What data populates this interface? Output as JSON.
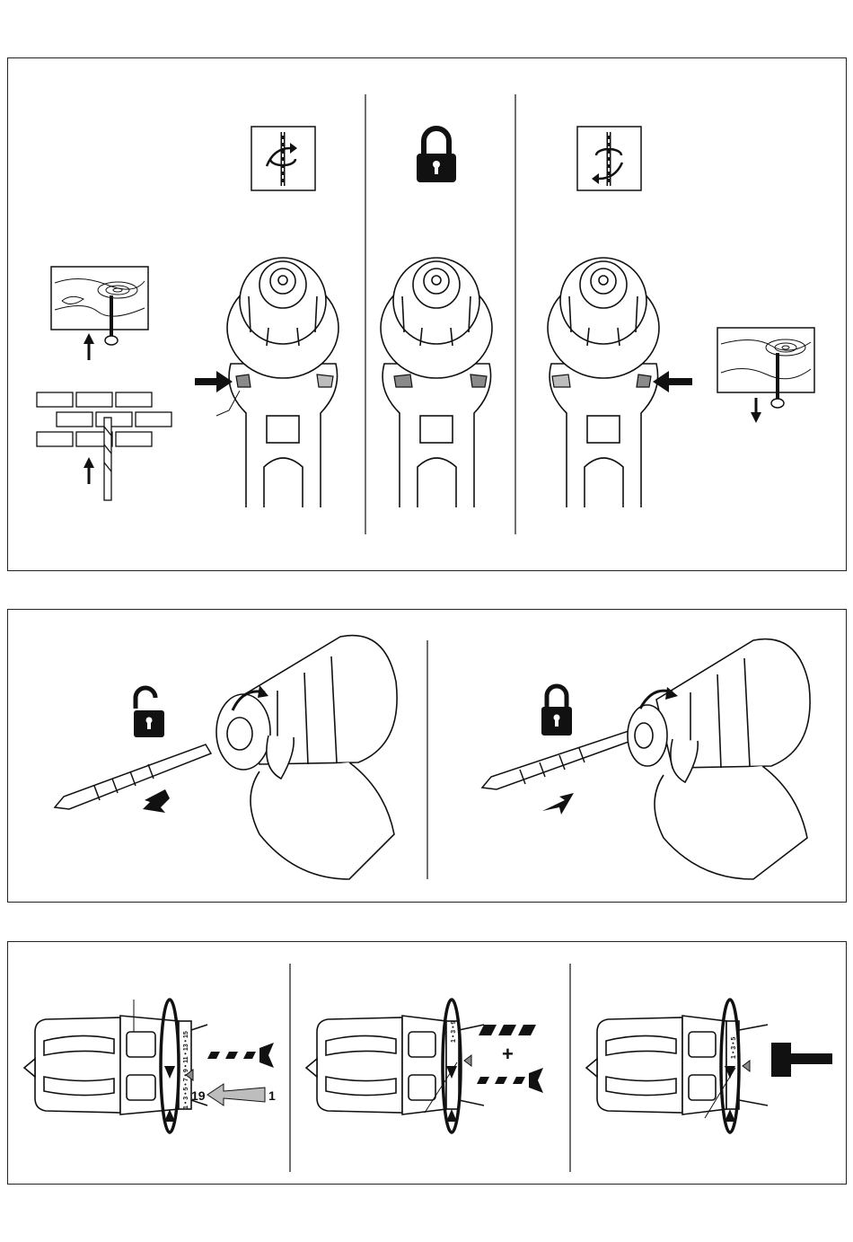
{
  "figure_labels": {
    "dial_start": "19",
    "dial_end": "1",
    "plus_sign": "+"
  },
  "scale_marks": {
    "panel1": [
      "1",
      "3",
      "5",
      "7",
      "9",
      "11",
      "13",
      "15"
    ],
    "panel2": [
      "1",
      "3",
      "9"
    ],
    "panel3": [
      "1",
      "3",
      "5"
    ]
  },
  "icons": [
    "drill-bit-clockwise-icon",
    "lock-icon",
    "drill-bit-counterclockwise-icon",
    "unlock-icon",
    "hammer-icon",
    "screw-icon",
    "drill-icon"
  ],
  "colors": {
    "line": "#111111",
    "fill_gray": "#8a8a8a",
    "light_gray": "#bdbdbd"
  }
}
